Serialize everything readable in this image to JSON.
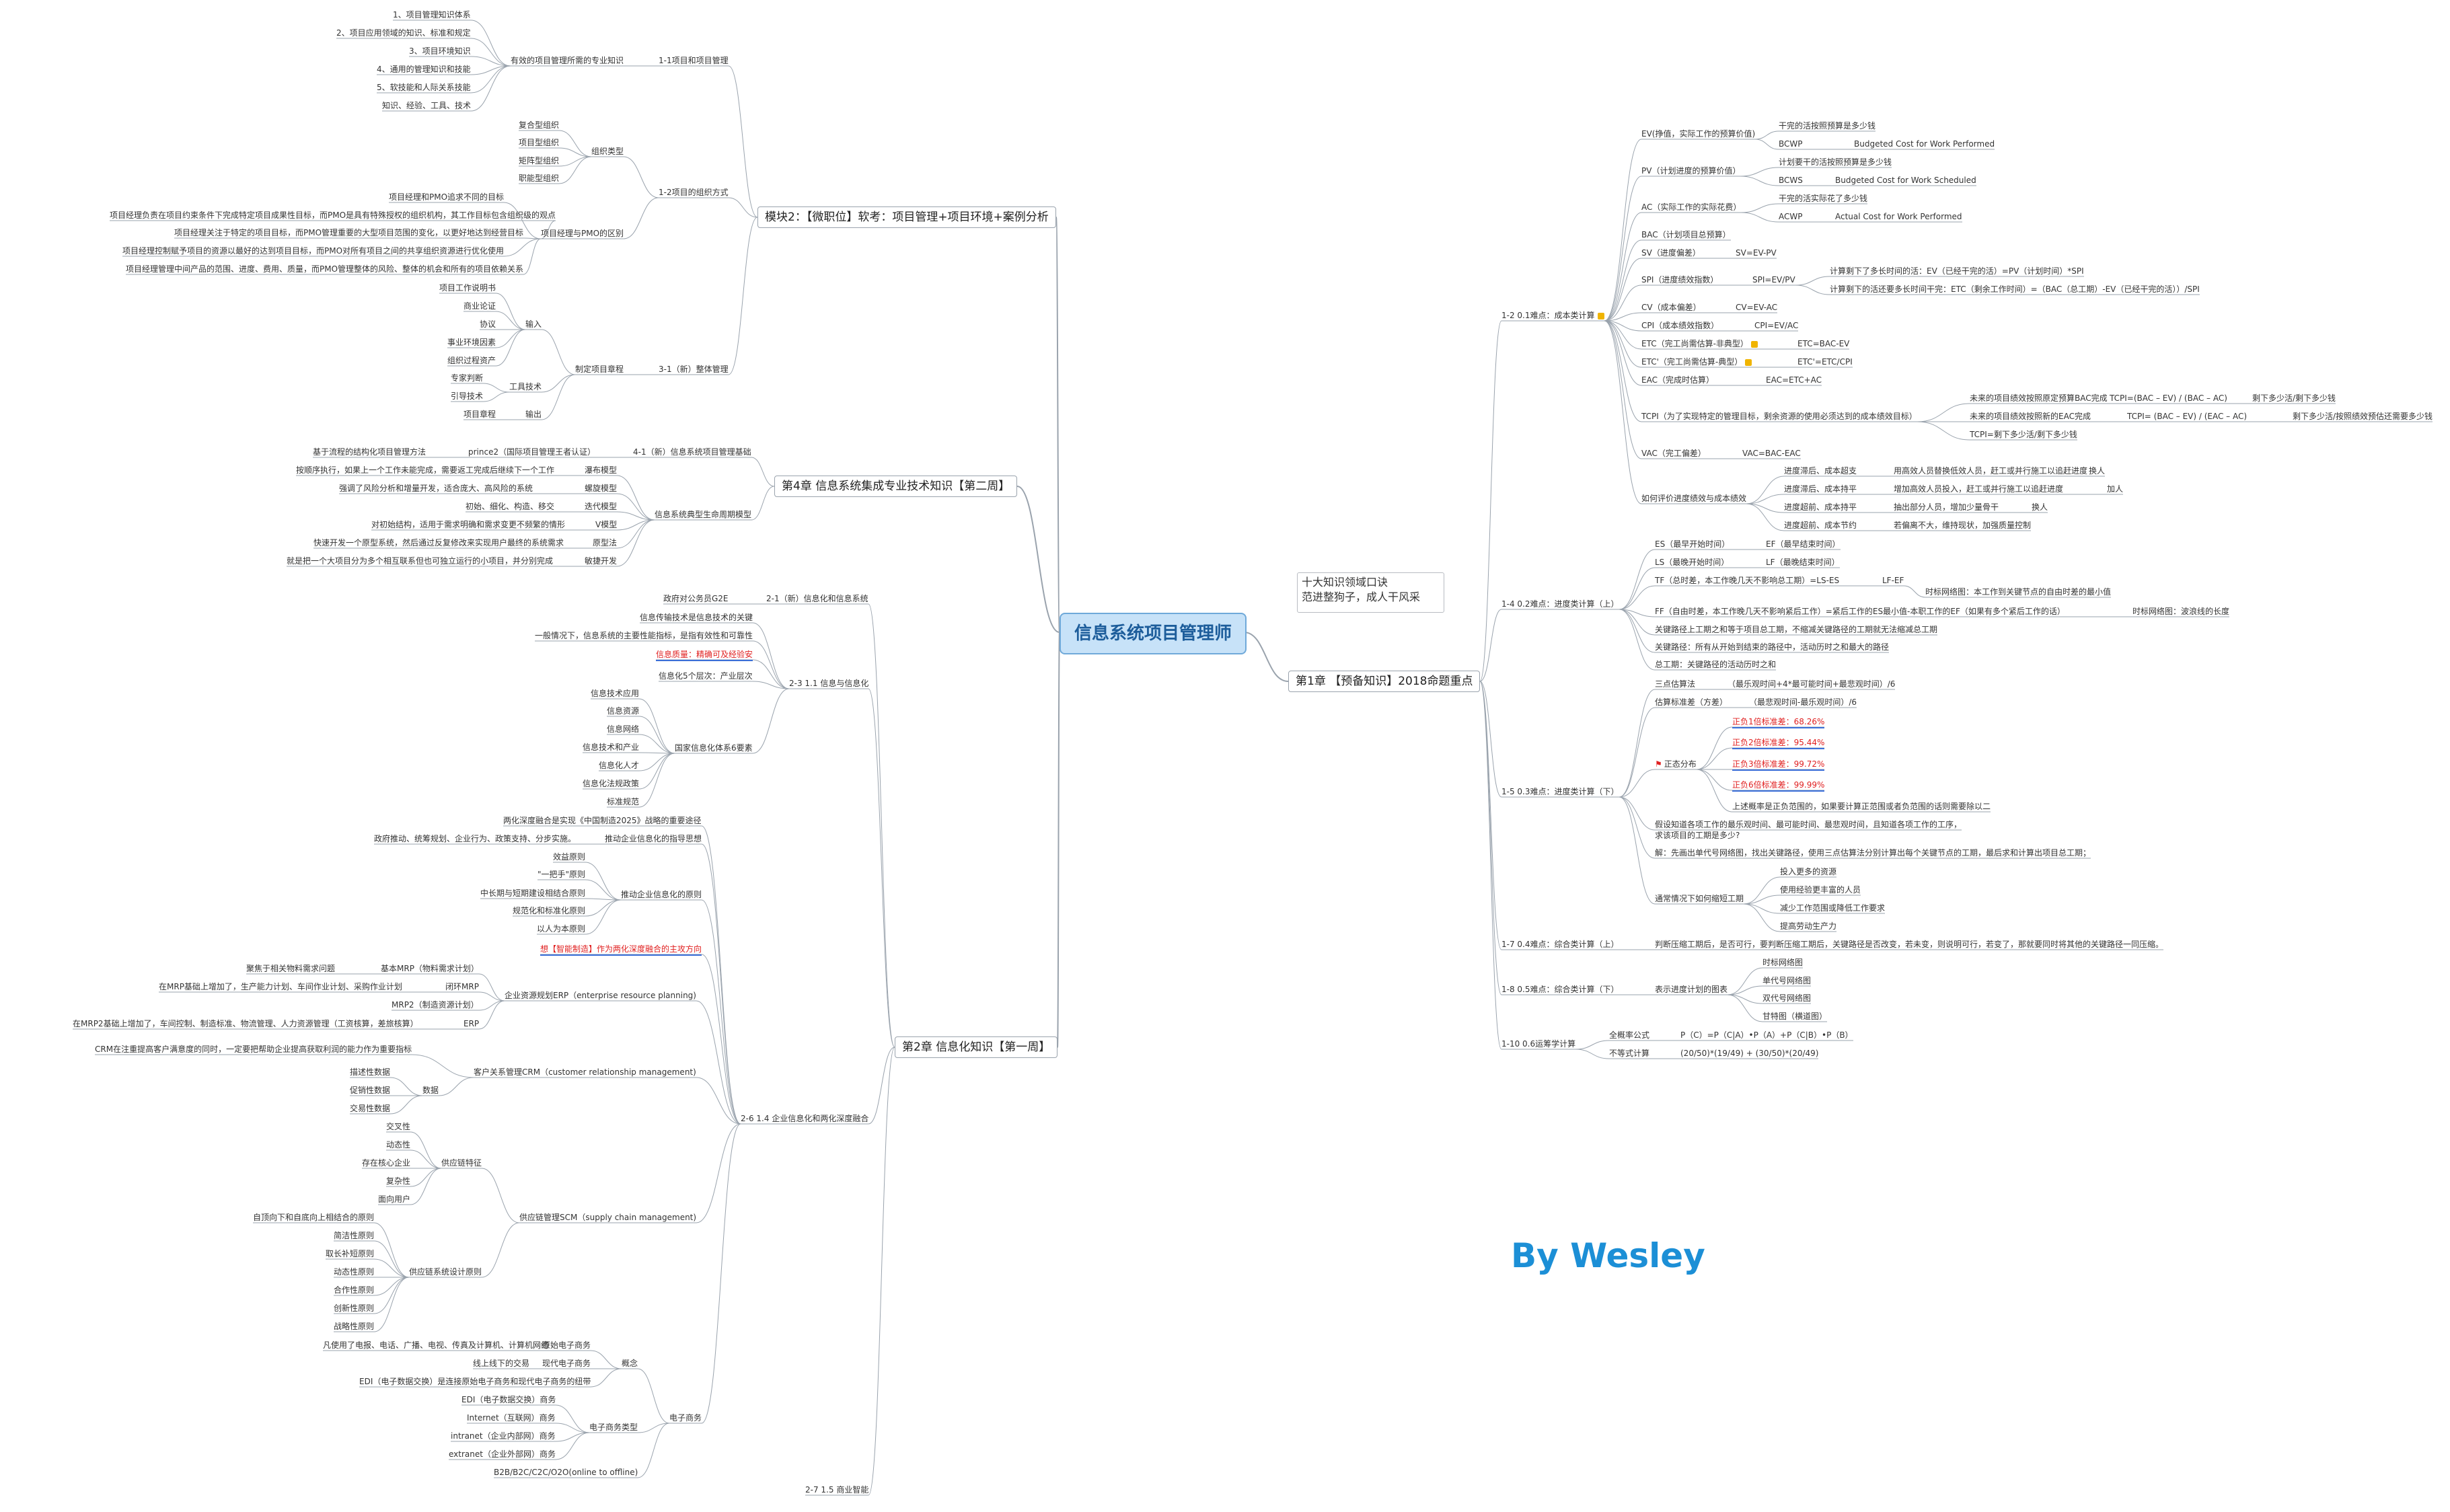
{
  "root": "信息系统项目管理师",
  "note": [
    "十大知识领域口诀",
    "范进整狗子，成人干风采"
  ],
  "signature": "By Wesley",
  "colors": {
    "root_fill": "#c7e2f8",
    "root_border": "#6fa9d9",
    "line": "#9aa3ad",
    "accent_red": "#e02020",
    "signature": "#1c8fd6"
  },
  "nodes": [
    {
      "id": "R1",
      "t": "第1章 【预备知识】2018命题重点",
      "box": 1
    },
    {
      "id": "L1",
      "t": "模块2：【微职位】软考：项目管理+项目环境+案例分析",
      "box": 1
    },
    {
      "id": "L2",
      "t": "第4章 信息系统集成专业技术知识【第二周】",
      "box": 1
    },
    {
      "id": "L3",
      "t": "第2章 信息化知识【第一周】",
      "box": 1
    },
    {
      "id": "a1",
      "t": "1-1项目和项目管理"
    },
    {
      "id": "a1a",
      "t": "有效的项目管理所需的专业知识"
    },
    {
      "id": "a1a1",
      "t": "1、项目管理知识体系"
    },
    {
      "id": "a1a2",
      "t": "2、项目应用领域的知识、标准和规定"
    },
    {
      "id": "a1a3",
      "t": "3、项目环境知识"
    },
    {
      "id": "a1a4",
      "t": "4、通用的管理知识和技能"
    },
    {
      "id": "a1a5",
      "t": "5、软技能和人际关系技能"
    },
    {
      "id": "a1a6",
      "t": "知识、经验、工具、技术"
    },
    {
      "id": "a2",
      "t": "1-2项目的组织方式"
    },
    {
      "id": "a2a",
      "t": "组织类型"
    },
    {
      "id": "a2a1",
      "t": "复合型组织"
    },
    {
      "id": "a2a2",
      "t": "项目型组织"
    },
    {
      "id": "a2a3",
      "t": "矩阵型组织"
    },
    {
      "id": "a2a4",
      "t": "职能型组织"
    },
    {
      "id": "a2b",
      "t": "项目经理与PMO的区别"
    },
    {
      "id": "a2b1",
      "t": "项目经理和PMO追求不同的目标"
    },
    {
      "id": "a2b2",
      "t": "项目经理负责在项目约束条件下完成特定项目成果性目标，而PMO是具有特殊授权的组织机构，其工作目标包含组织级的观点"
    },
    {
      "id": "a2b3",
      "t": "项目经理关注于特定的项目目标，而PMO管理重要的大型项目范围的变化，以更好地达到经营目标"
    },
    {
      "id": "a2b4",
      "t": "项目经理控制赋予项目的资源以最好的达到项目目标，而PMO对所有项目之间的共享组织资源进行优化使用"
    },
    {
      "id": "a2b5",
      "t": "项目经理管理中间产品的范围、进度、费用、质量，而PMO管理整体的风险、整体的机会和所有的项目依赖关系"
    },
    {
      "id": "a3",
      "t": "3-1（新）整体管理"
    },
    {
      "id": "a3a",
      "t": "制定项目章程"
    },
    {
      "id": "a3a1",
      "t": "输入"
    },
    {
      "id": "a3a1a",
      "t": "项目工作说明书"
    },
    {
      "id": "a3a1b",
      "t": "商业论证"
    },
    {
      "id": "a3a1c",
      "t": "协议"
    },
    {
      "id": "a3a1d",
      "t": "事业环境因素"
    },
    {
      "id": "a3a1e",
      "t": "组织过程资产"
    },
    {
      "id": "a3a2",
      "t": "工具技术"
    },
    {
      "id": "a3a2a",
      "t": "专家判断"
    },
    {
      "id": "a3a2b",
      "t": "引导技术"
    },
    {
      "id": "a3a3",
      "t": "输出"
    },
    {
      "id": "a3a3a",
      "t": "项目章程"
    },
    {
      "id": "b1",
      "t": "4-1（新）信息系统项目管理基础"
    },
    {
      "id": "b1a",
      "t": "prince2（国际项目管理王者认证）"
    },
    {
      "id": "b1b",
      "t": "基于流程的结构化项目管理方法"
    },
    {
      "id": "b2",
      "t": "信息系统典型生命周期模型"
    },
    {
      "id": "b2a",
      "t": "瀑布模型"
    },
    {
      "id": "b2b",
      "t": "螺旋模型"
    },
    {
      "id": "b2c",
      "t": "迭代模型"
    },
    {
      "id": "b2d",
      "t": "V模型"
    },
    {
      "id": "b2e",
      "t": "原型法"
    },
    {
      "id": "b2f",
      "t": "敏捷开发"
    },
    {
      "id": "b2a1",
      "t": "按顺序执行，如果上一个工作未能完成，需要返工完成后继续下一个工作"
    },
    {
      "id": "b2b1",
      "t": "强调了风险分析和增量开发，适合庞大、高风险的系统"
    },
    {
      "id": "b2c1",
      "t": "初始、细化、构造、移交"
    },
    {
      "id": "b2d1",
      "t": "对初始结构，适用于需求明确和需求变更不频繁的情形"
    },
    {
      "id": "b2e1",
      "t": "快速开发一个原型系统，然后通过反复修改来实现用户最终的系统需求"
    },
    {
      "id": "b2f1",
      "t": "就是把一个大项目分为多个相互联系但也可独立运行的小项目，并分别完成"
    },
    {
      "id": "c1",
      "t": "2-1（新）信息化和信息系统"
    },
    {
      "id": "c1a",
      "t": "政府对公务员G2E"
    },
    {
      "id": "c2",
      "t": "2-3 1.1 信息与信息化"
    },
    {
      "id": "c2a",
      "t": "信息传输技术是信息技术的关键"
    },
    {
      "id": "c2b",
      "t": "一般情况下，信息系统的主要性能指标，是指有效性和可靠性"
    },
    {
      "id": "c2c",
      "t": "信息质量：精确可及经验安",
      "red": 1
    },
    {
      "id": "c2d",
      "t": "信息化5个层次：产业层次"
    },
    {
      "id": "c2e",
      "t": "国家信息化体系6要素"
    },
    {
      "id": "c2e1",
      "t": "信息技术应用"
    },
    {
      "id": "c2e2",
      "t": "信息资源"
    },
    {
      "id": "c2e3",
      "t": "信息网络"
    },
    {
      "id": "c2e4",
      "t": "信息技术和产业"
    },
    {
      "id": "c2e5",
      "t": "信息化人才"
    },
    {
      "id": "c2e6",
      "t": "信息化法规政策"
    },
    {
      "id": "c2e7",
      "t": "标准规范"
    },
    {
      "id": "c3",
      "t": "2-6 1.4 企业信息化和两化深度融合"
    },
    {
      "id": "c3a",
      "t": "两化深度融合是实现《中国制造2025》战略的重要途径"
    },
    {
      "id": "c3b",
      "t": "推动企业信息化的指导思想"
    },
    {
      "id": "c3b1",
      "t": "政府推动、统筹规划、企业行为、政策支持、分步实施。"
    },
    {
      "id": "c3c",
      "t": "推动企业信息化的原则"
    },
    {
      "id": "c3c1",
      "t": "效益原则"
    },
    {
      "id": "c3c2",
      "t": "\"一把手\"原则"
    },
    {
      "id": "c3c3",
      "t": "中长期与短期建设相结合原则"
    },
    {
      "id": "c3c4",
      "t": "规范化和标准化原则"
    },
    {
      "id": "c3c5",
      "t": "以人为本原则"
    },
    {
      "id": "c3d",
      "t": "想【智能制造】作为两化深度融合的主攻方向",
      "red": 1
    },
    {
      "id": "c3e",
      "t": "企业资源规划ERP（enterprise resource planning)"
    },
    {
      "id": "c3e1",
      "t": "基本MRP（物料需求计划）"
    },
    {
      "id": "c3e1a",
      "t": "聚焦于相关物料需求问题"
    },
    {
      "id": "c3e2",
      "t": "闭环MRP"
    },
    {
      "id": "c3e2a",
      "t": "在MRP基础上增加了，生产能力计划、车间作业计划、采购作业计划"
    },
    {
      "id": "c3e3",
      "t": "MRP2（制造资源计划）"
    },
    {
      "id": "c3e4",
      "t": "ERP"
    },
    {
      "id": "c3e4a",
      "t": "在MRP2基础上增加了，车间控制、制造标准、物流管理、人力资源管理（工资核算，差旅核算）"
    },
    {
      "id": "c3f",
      "t": "客户关系管理CRM（customer relationship management)"
    },
    {
      "id": "c3f1",
      "t": "CRM在注重提高客户满意度的同时，一定要把帮助企业提高获取利润的能力作为重要指标"
    },
    {
      "id": "c3f2",
      "t": "数据"
    },
    {
      "id": "c3f2a",
      "t": "描述性数据"
    },
    {
      "id": "c3f2b",
      "t": "促销性数据"
    },
    {
      "id": "c3f2c",
      "t": "交易性数据"
    },
    {
      "id": "c3g",
      "t": "供应链管理SCM（supply chain management)"
    },
    {
      "id": "c3g1",
      "t": "供应链特征"
    },
    {
      "id": "c3g1a",
      "t": "交叉性"
    },
    {
      "id": "c3g1b",
      "t": "动态性"
    },
    {
      "id": "c3g1c",
      "t": "存在核心企业"
    },
    {
      "id": "c3g1d",
      "t": "复杂性"
    },
    {
      "id": "c3g1e",
      "t": "面向用户"
    },
    {
      "id": "c3g2",
      "t": "供应链系统设计原则"
    },
    {
      "id": "c3g2a",
      "t": "自顶向下和自底向上相结合的原则"
    },
    {
      "id": "c3g2b",
      "t": "简洁性原则"
    },
    {
      "id": "c3g2c",
      "t": "取长补短原则"
    },
    {
      "id": "c3g2d",
      "t": "动态性原则"
    },
    {
      "id": "c3g2e",
      "t": "合作性原则"
    },
    {
      "id": "c3g2f",
      "t": "创新性原则"
    },
    {
      "id": "c3g2g",
      "t": "战略性原则"
    },
    {
      "id": "c3h",
      "t": "电子商务"
    },
    {
      "id": "c3h1",
      "t": "概念"
    },
    {
      "id": "c3h1a",
      "t": "原始电子商务"
    },
    {
      "id": "c3h1a1",
      "t": "凡使用了电报、电话、广播、电视、传真及计算机、计算机网络"
    },
    {
      "id": "c3h1b",
      "t": "现代电子商务"
    },
    {
      "id": "c3h1b1",
      "t": "线上线下的交易"
    },
    {
      "id": "c3h1c",
      "t": "EDI（电子数据交换）是连接原始电子商务和现代电子商务的纽带"
    },
    {
      "id": "c3h2",
      "t": "电子商务类型"
    },
    {
      "id": "c3h2a",
      "t": "EDI（电子数据交换）商务"
    },
    {
      "id": "c3h2b",
      "t": "Internet（互联网）商务"
    },
    {
      "id": "c3h2c",
      "t": "intranet（企业内部网）商务"
    },
    {
      "id": "c3h2d",
      "t": "extranet（企业外部网）商务"
    },
    {
      "id": "c3h3",
      "t": "B2B/B2C/C2C/O2O(online to offline)"
    },
    {
      "id": "c4",
      "t": "2-7 1.5 商业智能"
    },
    {
      "id": "d1",
      "t": "1-2 0.1难点：成本类计算",
      "flag": 1
    },
    {
      "id": "d1a",
      "t": "EV(挣值，实际工作的预算价值)"
    },
    {
      "id": "d1a1",
      "t": "干完的活按照预算是多少钱"
    },
    {
      "id": "d1a2",
      "t": "BCWP"
    },
    {
      "id": "d1a2a",
      "t": "Budgeted Cost for Work Performed"
    },
    {
      "id": "d1b",
      "t": "PV（计划进度的预算价值）"
    },
    {
      "id": "d1b1",
      "t": "计划要干的活按照预算是多少钱"
    },
    {
      "id": "d1b2",
      "t": "BCWS"
    },
    {
      "id": "d1b2a",
      "t": "Budgeted Cost for Work Scheduled"
    },
    {
      "id": "d1c",
      "t": "AC（实际工作的实际花费）"
    },
    {
      "id": "d1c1",
      "t": "干完的活实际花了多少钱"
    },
    {
      "id": "d1c2",
      "t": "ACWP"
    },
    {
      "id": "d1c2a",
      "t": "Actual Cost for Work Performed"
    },
    {
      "id": "d1d",
      "t": "BAC（计划项目总预算）"
    },
    {
      "id": "d1e",
      "t": "SV（进度偏差）"
    },
    {
      "id": "d1e1",
      "t": "SV=EV-PV"
    },
    {
      "id": "d1f",
      "t": "SPI（进度绩效指数）"
    },
    {
      "id": "d1f1",
      "t": "SPI=EV/PV"
    },
    {
      "id": "d1f1a",
      "t": "计算剩下了多长时间的活：EV（已经干完的活）=PV（计划时间）*SPI"
    },
    {
      "id": "d1f1b",
      "t": "计算剩下的活还要多长时间干完：ETC（剩余工作时间）=（BAC（总工期）-EV（已经干完的活））/SPI"
    },
    {
      "id": "d1g",
      "t": "CV（成本偏差）"
    },
    {
      "id": "d1g1",
      "t": "CV=EV-AC"
    },
    {
      "id": "d1h",
      "t": "CPI（成本绩效指数）"
    },
    {
      "id": "d1h1",
      "t": "CPI=EV/AC"
    },
    {
      "id": "d1i",
      "t": "ETC（完工尚需估算-非典型）",
      "flag": 1
    },
    {
      "id": "d1i1",
      "t": "ETC=BAC-EV"
    },
    {
      "id": "d1j",
      "t": "ETC'（完工尚需估算-典型）",
      "flag": 1
    },
    {
      "id": "d1j1",
      "t": "ETC'=ETC/CPI"
    },
    {
      "id": "d1k",
      "t": "EAC（完成时估算）"
    },
    {
      "id": "d1k1",
      "t": "EAC=ETC+AC"
    },
    {
      "id": "d1l",
      "t": "TCPI（为了实现特定的管理目标，剩余资源的使用必须达到的成本绩效目标）"
    },
    {
      "id": "d1l1",
      "t": "未来的项目绩效按照原定预算BAC完成"
    },
    {
      "id": "d1l1a",
      "t": "TCPI=(BAC – EV) / (BAC – AC)"
    },
    {
      "id": "d1l1b",
      "t": "剩下多少活/剩下多少钱"
    },
    {
      "id": "d1l2",
      "t": "未来的项目绩效按照新的EAC完成"
    },
    {
      "id": "d1l2a",
      "t": "TCPI= (BAC – EV) / (EAC – AC)"
    },
    {
      "id": "d1l2b",
      "t": "剩下多少活/按照绩效预估还需要多少钱"
    },
    {
      "id": "d1l3",
      "t": "TCPI=剩下多少活/剩下多少钱"
    },
    {
      "id": "d1m",
      "t": "VAC（完工偏差）"
    },
    {
      "id": "d1m1",
      "t": "VAC=BAC-EAC"
    },
    {
      "id": "d1n",
      "t": "如何评价进度绩效与成本绩效"
    },
    {
      "id": "d1n1",
      "t": "进度滞后、成本超支"
    },
    {
      "id": "d1n1a",
      "t": "用高效人员替换低效人员，赶工或并行施工以追赶进度"
    },
    {
      "id": "d1n1b",
      "t": "换人"
    },
    {
      "id": "d1n2",
      "t": "进度滞后、成本持平"
    },
    {
      "id": "d1n2a",
      "t": "增加高效人员投入，赶工或并行施工以追赶进度"
    },
    {
      "id": "d1n2b",
      "t": "加人"
    },
    {
      "id": "d1n3",
      "t": "进度超前、成本持平"
    },
    {
      "id": "d1n3a",
      "t": "抽出部分人员，增加少量骨干"
    },
    {
      "id": "d1n3b",
      "t": "换人"
    },
    {
      "id": "d1n4",
      "t": "进度超前、成本节约"
    },
    {
      "id": "d1n4a",
      "t": "若偏离不大，维持现状，加强质量控制"
    },
    {
      "id": "d2",
      "t": "1-4 0.2难点：进度类计算（上）"
    },
    {
      "id": "d2a",
      "t": "ES（最早开始时间）"
    },
    {
      "id": "d2a1",
      "t": "EF（最早结束时间）"
    },
    {
      "id": "d2b",
      "t": "LS（最晚开始时间）"
    },
    {
      "id": "d2b1",
      "t": "LF（最晚结束时间）"
    },
    {
      "id": "d2c",
      "t": "TF（总时差，本工作晚几天不影响总工期）=LS-ES"
    },
    {
      "id": "d2c1",
      "t": "LF-EF"
    },
    {
      "id": "d2c2",
      "t": "时标网络图：本工作到关键节点的自由时差的最小值"
    },
    {
      "id": "d2d",
      "t": "FF（自由时差，本工作晚几天不影响紧后工作）=紧后工作的ES最小值-本职工作的EF（如果有多个紧后工作的话）"
    },
    {
      "id": "d2d1",
      "t": "时标网络图：波浪线的长度"
    },
    {
      "id": "d2e",
      "t": "关键路径上工期之和等于项目总工期，不缩减关键路径的工期就无法缩减总工期"
    },
    {
      "id": "d2f",
      "t": "关键路径：所有从开始到结束的路径中，活动历时之和最大的路径"
    },
    {
      "id": "d2g",
      "t": "总工期：关键路径的活动历时之和"
    },
    {
      "id": "d3",
      "t": "1-5 0.3难点：进度类计算（下）"
    },
    {
      "id": "d3a",
      "t": "三点估算法"
    },
    {
      "id": "d3a1",
      "t": "（最乐观时间+4*最可能时间+最悲观时间）/6"
    },
    {
      "id": "d3b",
      "t": "估算标准差（方差）"
    },
    {
      "id": "d3b1",
      "t": "（最悲观时间-最乐观时间）/6"
    },
    {
      "id": "d3c",
      "t": "正态分布",
      "rflag": 1
    },
    {
      "id": "d3c1",
      "t": "正负1倍标准差：68.26%",
      "red": 1
    },
    {
      "id": "d3c2",
      "t": "正负2倍标准差：95.44%",
      "red": 1
    },
    {
      "id": "d3c3",
      "t": "正负3倍标准差：99.72%",
      "red": 1
    },
    {
      "id": "d3c4",
      "t": "正负6倍标准差：99.99%",
      "red": 1
    },
    {
      "id": "d3c5",
      "t": "上述概率是正负范围的，如果要计算正范围或者负范围的话则需要除以二"
    },
    {
      "id": "d3d",
      "t": "假设知道各项工作的最乐观时间、最可能时间、最悲观时间，且知道各项工作的工序，"
    },
    {
      "id": "d3d2",
      "t": "求该项目的工期是多少?"
    },
    {
      "id": "d3e",
      "t": "解：先画出单代号网络图，找出关键路径，使用三点估算法分别计算出每个关键节点的工期，最后求和计算出项目总工期；"
    },
    {
      "id": "d3f",
      "t": "通常情况下如何缩短工期"
    },
    {
      "id": "d3f1",
      "t": "投入更多的资源"
    },
    {
      "id": "d3f2",
      "t": "使用经验更丰富的人员"
    },
    {
      "id": "d3f3",
      "t": "减少工作范围或降低工作要求"
    },
    {
      "id": "d3f4",
      "t": "提高劳动生产力"
    },
    {
      "id": "d4",
      "t": "1-7 0.4难点：综合类计算（上）"
    },
    {
      "id": "d4a",
      "t": "判断压缩工期后，是否可行，要判断压缩工期后，关键路径是否改变，若未变，则说明可行，若变了，那就要同时将其他的关键路径一同压缩。"
    },
    {
      "id": "d5",
      "t": "1-8 0.5难点：综合类计算（下）"
    },
    {
      "id": "d5a",
      "t": "表示进度计划的图表"
    },
    {
      "id": "d5a1",
      "t": "时标网络图"
    },
    {
      "id": "d5a2",
      "t": "单代号网络图"
    },
    {
      "id": "d5a3",
      "t": "双代号网络图"
    },
    {
      "id": "d5a4",
      "t": "甘特图（横道图）"
    },
    {
      "id": "d6",
      "t": "1-10 0.6运筹学计算"
    },
    {
      "id": "d6a",
      "t": "全概率公式"
    },
    {
      "id": "d6a1",
      "t": "P（C）=P（C|A）•P（A）+P（C|B）•P（B）"
    },
    {
      "id": "d6b",
      "t": "不等式计算"
    },
    {
      "id": "d6b1",
      "t": "(20/50)*(19/49) + (30/50)*(20/49)"
    }
  ]
}
